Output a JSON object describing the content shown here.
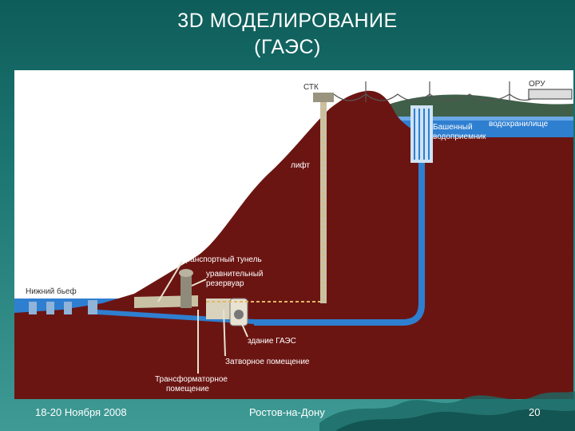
{
  "slide": {
    "title_line1": "3D МОДЕЛИРОВАНИЕ",
    "title_line2": "(ГАЭС)"
  },
  "diagram": {
    "labels": {
      "stk": "СТК",
      "oru": "ОРУ",
      "reservoir": "водохранилище",
      "tower_intake_1": "Башенный",
      "tower_intake_2": "водоприемник",
      "lift": "лифт",
      "transport_tunnel": "транспортный тунель",
      "surge_tank_1": "уравнительный",
      "surge_tank_2": "резервуар",
      "lower_pool": "Нижний бьеф",
      "station_building": "здание ГАЭС",
      "gate_room_1": "Затворное помещение",
      "transformer_room_1": "Трансформаторное",
      "transformer_room_2": "помещение"
    },
    "colors": {
      "mountain": "#6b1512",
      "water": "#2f7fd0",
      "sky": "#ffffff",
      "trees": "#3f5f48",
      "tunnel": "#c9c1a6"
    }
  },
  "footer": {
    "date": "18-20 Ноября 2008",
    "location": "Ростов-на-Дону",
    "page": "20"
  }
}
